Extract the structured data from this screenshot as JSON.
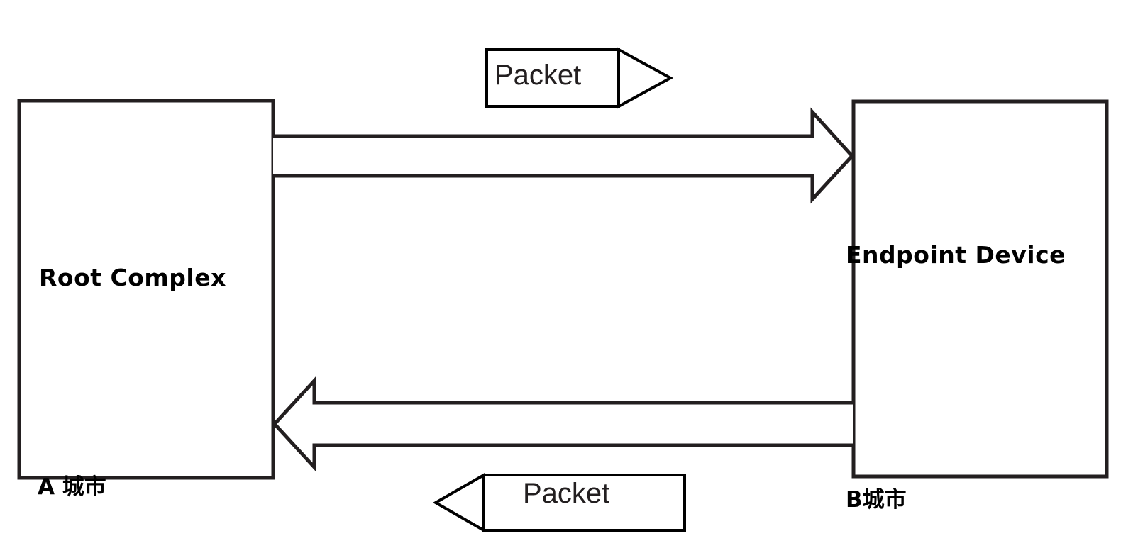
{
  "diagram": {
    "title": "PCIe Root Complex to Endpoint Device packet flow",
    "background_color": "#ffffff",
    "line_color": "#231f20",
    "nodes": [
      {
        "id": "root-complex",
        "label": "Root Complex",
        "sublabel": "A 城市"
      },
      {
        "id": "endpoint-device",
        "label": "Endpoint Device",
        "sublabel": "B城市"
      }
    ],
    "flows": [
      {
        "id": "downstream",
        "direction": "right",
        "packet_label": "Packet",
        "from": "Root Complex",
        "to": "Endpoint Device"
      },
      {
        "id": "upstream",
        "direction": "left",
        "packet_label": "Packet",
        "from": "Endpoint Device",
        "to": "Root Complex"
      }
    ]
  }
}
